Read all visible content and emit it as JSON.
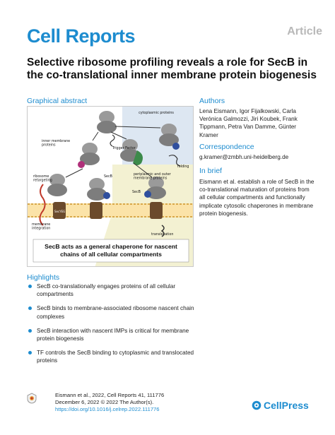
{
  "header": {
    "journal": "Cell Reports",
    "type": "Article"
  },
  "title": "Selective ribosome profiling reveals a role for SecB in the co-translational inner membrane protein biogenesis",
  "graphical_abstract": {
    "heading": "Graphical abstract",
    "labels": {
      "cytoplasmic": "cytoplasmic proteins",
      "inner_membrane": "inner membrane\nproteins",
      "trigger_factor": "Trigger Factor",
      "folding": "folding",
      "ribosome_retargeting": "ribosome\nretargeting",
      "secb": "SecB",
      "periplasmic": "periplasmic and outer\nmembrane proteins",
      "secyeg": "SecYEG",
      "secb_mid": "SecB",
      "membrane_integration": "membrane\nintegration",
      "translocation": "translocation",
      "banner": "SecB acts as a general chaperone for nascent\nchains of all cellular compartments"
    }
  },
  "authors": {
    "heading": "Authors",
    "text": "Lena Eismann, Igor Fijalkowski, Carla Verónica Galmozzi, Jiri Koubek, Frank Tippmann, Petra Van Damme, Günter Kramer"
  },
  "correspondence": {
    "heading": "Correspondence",
    "email": "g.kramer@zmbh.uni-heidelberg.de"
  },
  "in_brief": {
    "heading": "In brief",
    "text": "Eismann et al. establish a role of SecB in the co-translational maturation of proteins from all cellular compartments and functionally implicate cytosolic chaperones in membrane protein biogenesis."
  },
  "highlights": {
    "heading": "Highlights",
    "items": [
      "SecB co-translationally engages proteins of all cellular compartments",
      "SecB binds to membrane-associated ribosome nascent chain complexes",
      "SecB interaction with nascent IMPs is critical for membrane protein biogenesis",
      "TF controls the SecB binding to cytoplasmic and translocated proteins"
    ]
  },
  "citation": {
    "line1": "Eismann et al., 2022, Cell Reports 41, 111776",
    "line2": "December 6, 2022 © 2022 The Author(s).",
    "doi": "https://doi.org/10.1016/j.celrep.2022.111776"
  },
  "publisher": {
    "name": "CellPress"
  },
  "colors": {
    "accent": "#1d8ccf",
    "article_tag": "#b8b8b8"
  }
}
